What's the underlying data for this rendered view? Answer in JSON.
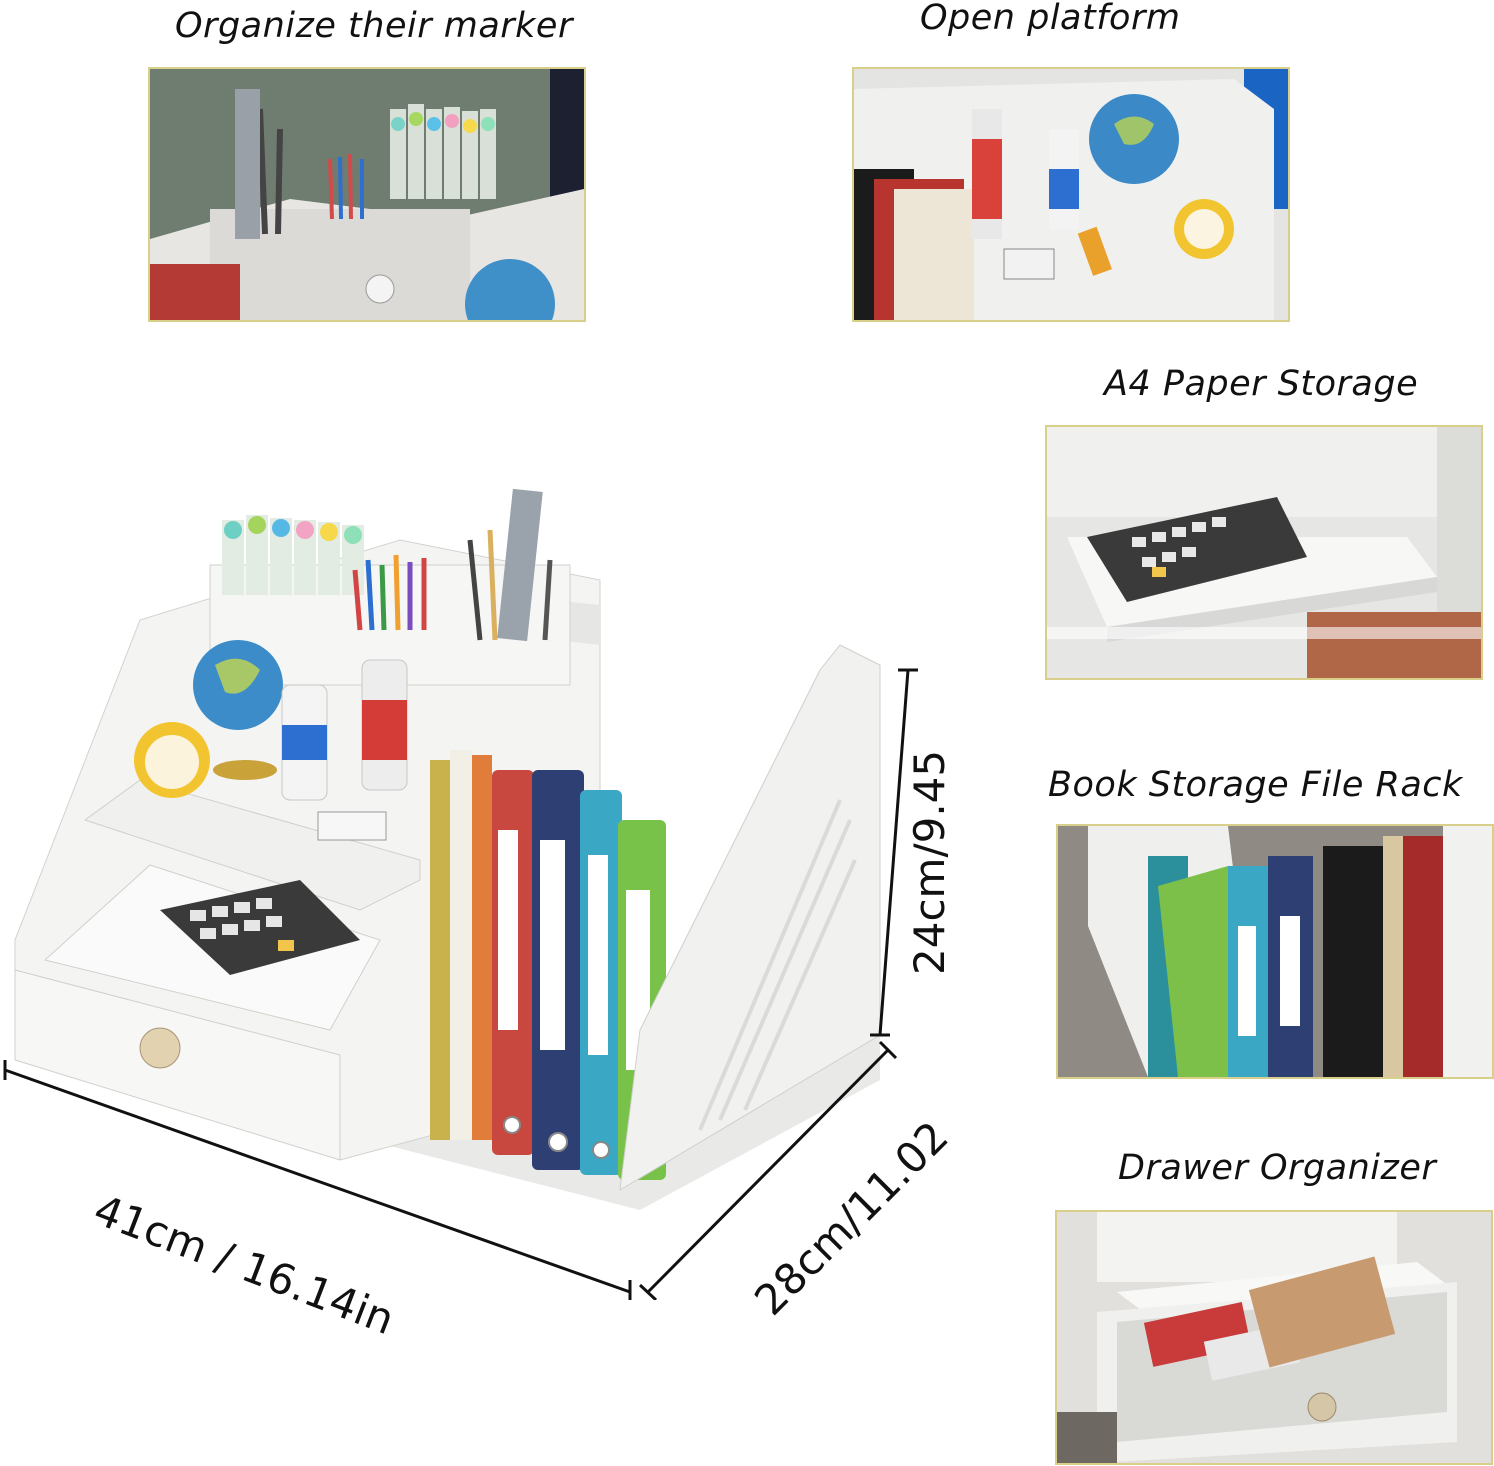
{
  "panels": [
    {
      "id": "markers",
      "caption": "Organize their marker"
    },
    {
      "id": "platform",
      "caption": "Open platform"
    },
    {
      "id": "paper",
      "caption": "A4 Paper Storage"
    },
    {
      "id": "rack",
      "caption": "Book Storage File Rack"
    },
    {
      "id": "drawer",
      "caption": "Drawer Organizer"
    }
  ],
  "dimensions": {
    "width": "41cm / 16.14in",
    "depth": "28cm/11.02",
    "height": "24cm/9.45"
  },
  "colors": {
    "panel_border": "#d8cf8a",
    "shelf_white": "#f2f2f2",
    "binder_red": "#c8473f",
    "binder_navy": "#2e3f73",
    "binder_teal": "#3aa7c4",
    "binder_green": "#79c24a"
  }
}
